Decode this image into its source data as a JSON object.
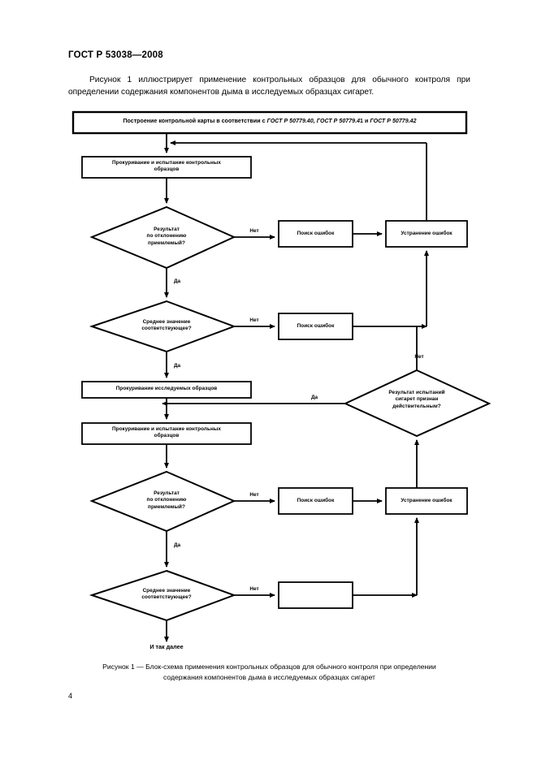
{
  "document": {
    "standard_header": "ГОСТ Р 53038—2008",
    "page_number": "4",
    "intro_paragraph": "Рисунок 1 иллюстрирует применение контрольных образцов для обычного контроля при определении содержания компонентов дыма в исследуемых образцах сигарет.",
    "caption_line1": "Рисунок 1 — Блок-схема применения контрольных образцов для обычного контроля при определении",
    "caption_line2": "содержания компонентов дыма в исследуемых образцах сигарет"
  },
  "flowchart": {
    "title": "Блок-схема применения контрольных образцов",
    "nodes": {
      "start_box": {
        "shape": "process",
        "text_plain": "Построение контрольной карты в соответствии с ГОСТ Р 50779.40, ГОСТ Р 50779.41 и ГОСТ Р 50779.42",
        "text_prefix": "Построение контрольной карты в соответствии с ",
        "text_italic_1": "ГОСТ Р 50779.40, ГОСТ Р 50779.4",
        "text_tail_1": "1 и ",
        "text_italic_2": "ГОСТ Р 50779.42"
      },
      "smoke_control_1": {
        "shape": "process",
        "line1": "Прокуривание и испытание контрольных",
        "line2": "образцов"
      },
      "decision_deviation_1": {
        "shape": "decision",
        "line1": "Результат",
        "line2": "по отклонению",
        "line3": "приемлемый?"
      },
      "find_errors_1": {
        "shape": "process",
        "line1": "Поиск ошибок"
      },
      "fix_errors_1": {
        "shape": "process",
        "line1": "Устранение ошибок"
      },
      "decision_mean_1": {
        "shape": "decision",
        "line1": "Среднее значение",
        "line2": "соответствующее?"
      },
      "find_errors_2": {
        "shape": "process",
        "line1": "Поиск ошибок"
      },
      "smoke_test_samples": {
        "shape": "process",
        "line1": "Прокуривание исследуемых образцов"
      },
      "decision_valid": {
        "shape": "decision",
        "line1": "Результат испытаний",
        "line2": "сигарет признан",
        "line3": "действительным?"
      },
      "smoke_control_2": {
        "shape": "process",
        "line1": "Прокуривание и испытание контрольных",
        "line2": "образцов"
      },
      "decision_deviation_2": {
        "shape": "decision",
        "line1": "Результат",
        "line2": "по отклонению",
        "line3": "приемлемый?"
      },
      "find_errors_3": {
        "shape": "process",
        "line1": "Поиск ошибок"
      },
      "fix_errors_2": {
        "shape": "process",
        "line1": "Устранение ошибок"
      },
      "decision_mean_2": {
        "shape": "decision",
        "line1": "Среднее значение",
        "line2": "соответствующее?"
      },
      "end_label": {
        "shape": "terminator-text",
        "line1": "И так далее"
      }
    },
    "edge_labels": {
      "no_1": "Нет",
      "yes_1": "Да",
      "no_2": "Нет",
      "yes_2": "Да",
      "no_valid": "Нет",
      "yes_valid": "Да",
      "no_3": "Нет",
      "yes_3": "Да",
      "no_4": "Нет"
    },
    "colors": {
      "stroke": "#000000",
      "fill": "#ffffff",
      "text": "#000000"
    }
  }
}
